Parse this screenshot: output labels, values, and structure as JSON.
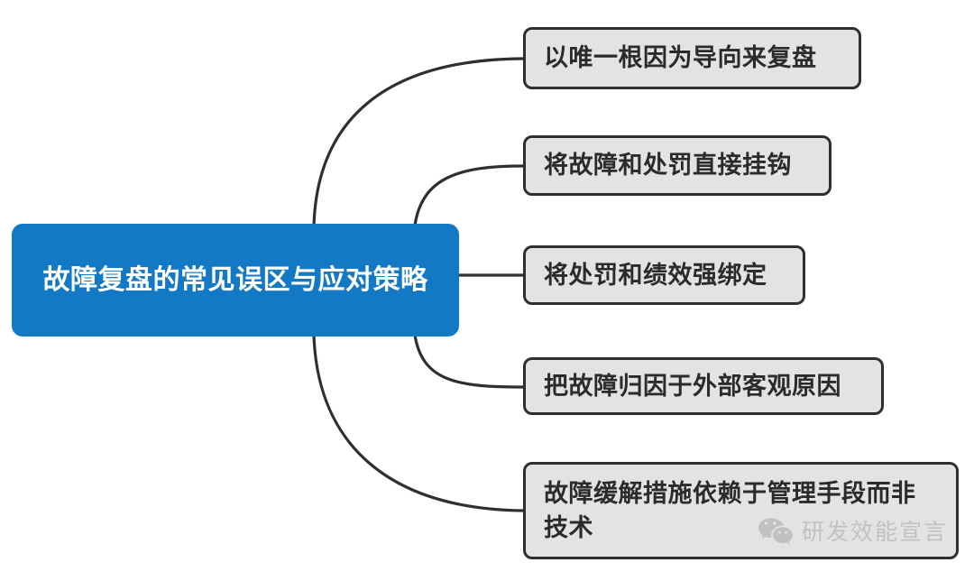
{
  "diagram": {
    "type": "mindmap",
    "root": {
      "label": "故障复盘的常见误区与应对策略",
      "color": "#1479C4",
      "text_color": "#FFFFFF"
    },
    "branch_style": {
      "fill": "#E3E3E3",
      "border": "#2F2F2F",
      "text_color": "#2B2B2B"
    },
    "branches": [
      {
        "label": "以唯一根因为导向来复盘"
      },
      {
        "label": "将故障和处罚直接挂钩"
      },
      {
        "label": "将处罚和绩效强绑定"
      },
      {
        "label": "把故障归因于外部客观原因"
      },
      {
        "label": "故障缓解措施依赖于管理手段而非技术"
      }
    ]
  },
  "watermark": {
    "icon": "wechat-icon",
    "text": "研发效能宣言",
    "color": "#9a9a9a"
  }
}
